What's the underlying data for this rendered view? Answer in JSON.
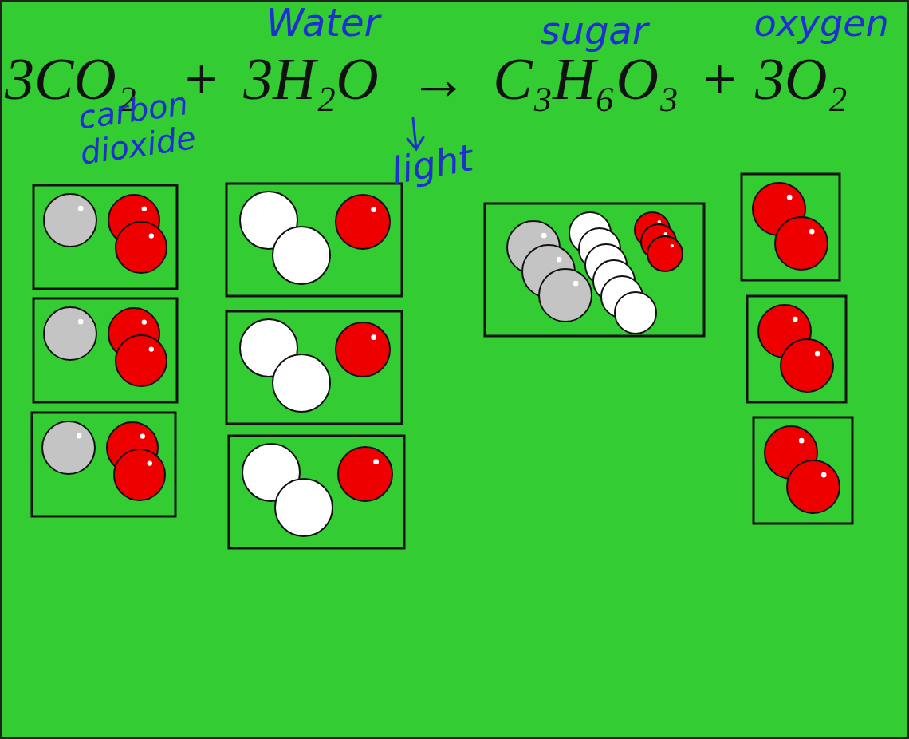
{
  "diagram": {
    "labels": [
      "Water",
      "sugar",
      "oxygen",
      "3CO₂",
      "+",
      "3H₂O",
      "→",
      "C₃H₆O₃",
      "+",
      "3O₂",
      "carbon dioxide",
      "light"
    ]
  }
}
